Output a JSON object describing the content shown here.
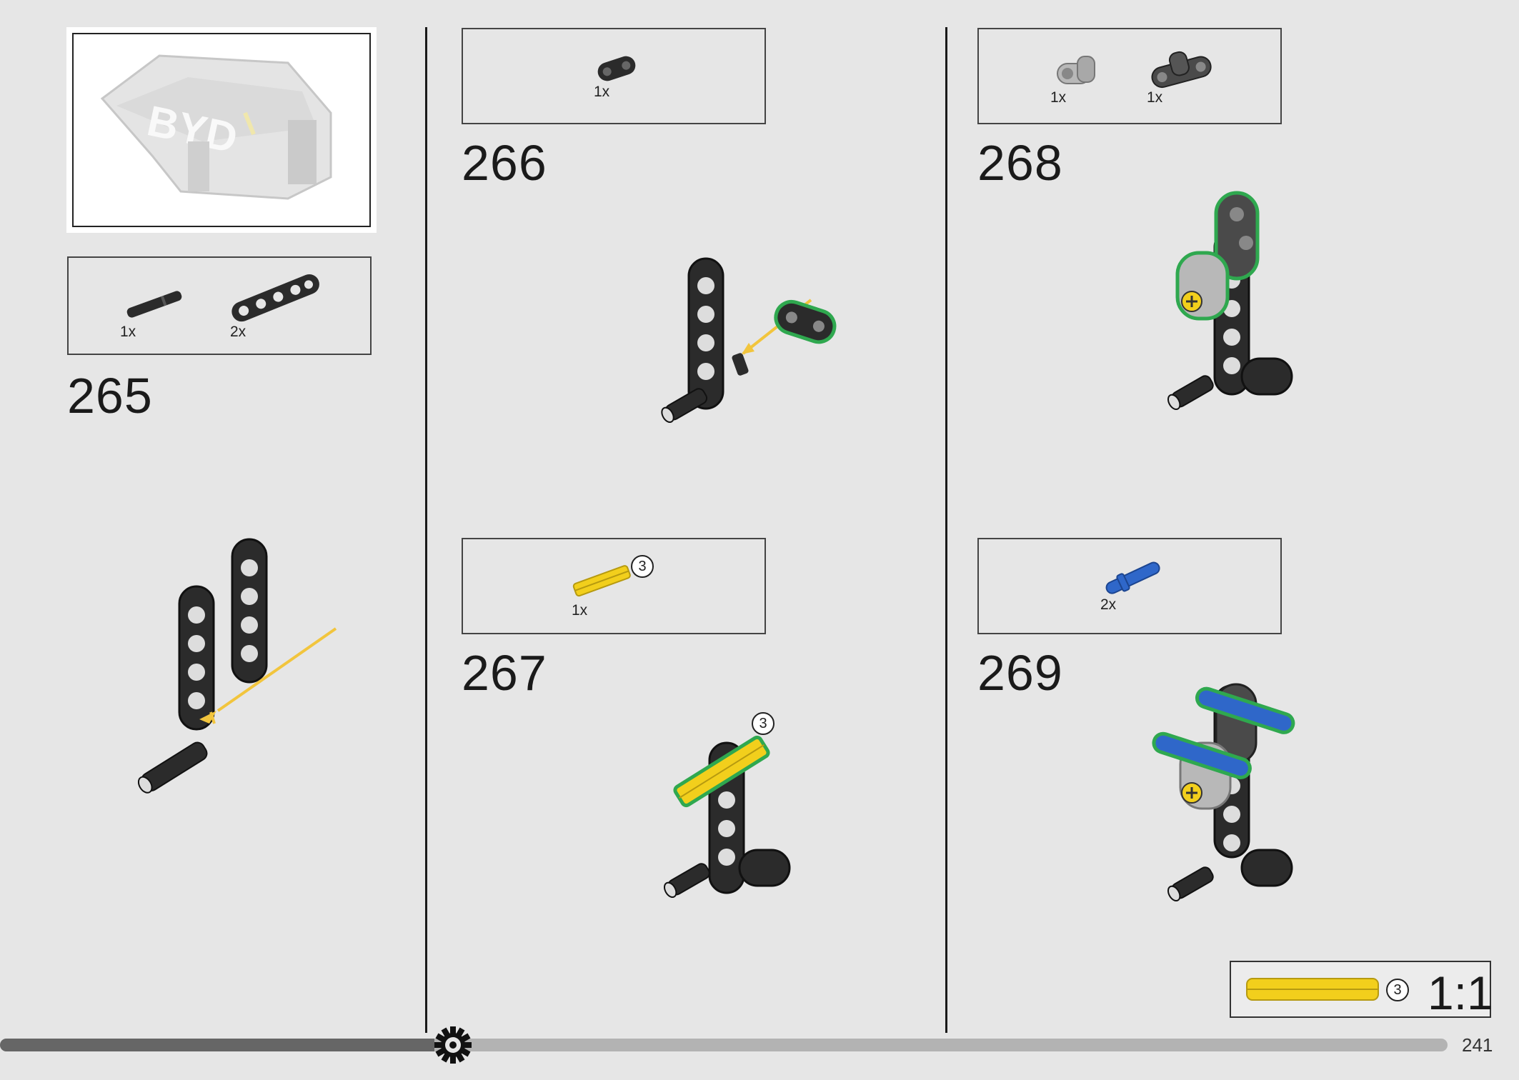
{
  "steps": [
    {
      "number": "265",
      "parts": [
        {
          "qty": "1x",
          "part": "axle-pin-black"
        },
        {
          "qty": "2x",
          "part": "liftarm-1x5-black"
        }
      ]
    },
    {
      "number": "266",
      "parts": [
        {
          "qty": "1x",
          "part": "liftarm-1x2-black"
        }
      ]
    },
    {
      "number": "267",
      "parts": [
        {
          "qty": "1x",
          "part": "axle-3-yellow",
          "length_label": "3"
        }
      ],
      "callout": "3"
    },
    {
      "number": "268",
      "parts": [
        {
          "qty": "1x",
          "part": "connector-light-gray"
        },
        {
          "qty": "1x",
          "part": "connector-dark-gray"
        }
      ]
    },
    {
      "number": "269",
      "parts": [
        {
          "qty": "2x",
          "part": "pin-blue"
        }
      ]
    }
  ],
  "scale_ref": {
    "length_label": "3",
    "ratio": "1:1"
  },
  "page": {
    "number": "241",
    "progress": 0.3
  },
  "colors": {
    "background": "#e6e6e6",
    "part_black": "#2b2b2b",
    "highlight_green": "#2fa84f",
    "axle_yellow": "#f2cf1c",
    "arrow_yellow": "#f2c53d",
    "pin_blue": "#2f67c9",
    "connector_gray": "#b8b8b8"
  },
  "icons": [
    "gear-icon",
    "model-thumbnail"
  ]
}
